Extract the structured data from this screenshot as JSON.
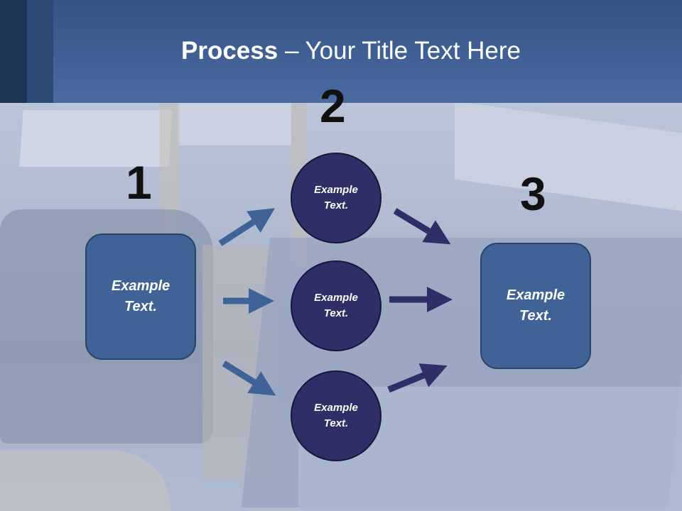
{
  "title": {
    "bold": "Process",
    "rest": " – Your Title Text Here"
  },
  "steps": [
    {
      "number": "1",
      "text": "Example\nText."
    },
    {
      "number": "2"
    },
    {
      "number": "3",
      "text": "Example\nText."
    }
  ],
  "circles": [
    {
      "text": "Example\nText."
    },
    {
      "text": "Example\nText."
    },
    {
      "text": "Example\nText."
    }
  ],
  "colors": {
    "header": "#4a6aa3",
    "box": "#3f6397",
    "circle": "#2e2f66",
    "arrow_light": "#3f6397",
    "arrow_dark": "#2e2f66"
  }
}
